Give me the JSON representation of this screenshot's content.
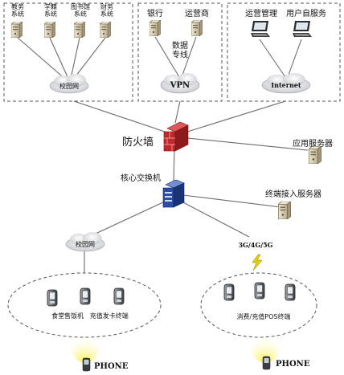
{
  "groups": {
    "left": {
      "systems": [
        "教务\n系统",
        "学籍\n系统",
        "图书馆\n系统",
        "财务\n系统"
      ],
      "cloud": "校园网"
    },
    "middle": {
      "bank": "银行",
      "operator": "运营商",
      "line": "数据\n专线",
      "cloud": "VPN"
    },
    "right": {
      "ops": "运营管理",
      "self_service": "用户自服务",
      "cloud": "Internet"
    }
  },
  "core": {
    "firewall": "防火墙",
    "switch": "核心交换机",
    "app_server": "应用服务器",
    "terminal_server": "终端接入服务器"
  },
  "bottom": {
    "left_cloud": "校园网",
    "right_cloud": "3G/4G/5G",
    "left_terminals": "食堂售饭机   充值发卡终端",
    "right_terminals": "消费/充值POS终端",
    "phone_left": "PHONE",
    "phone_right": "PHONE"
  },
  "colors": {
    "line": "#6a6a6a",
    "dash": "#555555",
    "firewall": "#c0282a",
    "switch": "#2a4ea8",
    "server": "#d8ceb4",
    "lightning": "#e8d000",
    "glow": "#f3ee6a"
  }
}
